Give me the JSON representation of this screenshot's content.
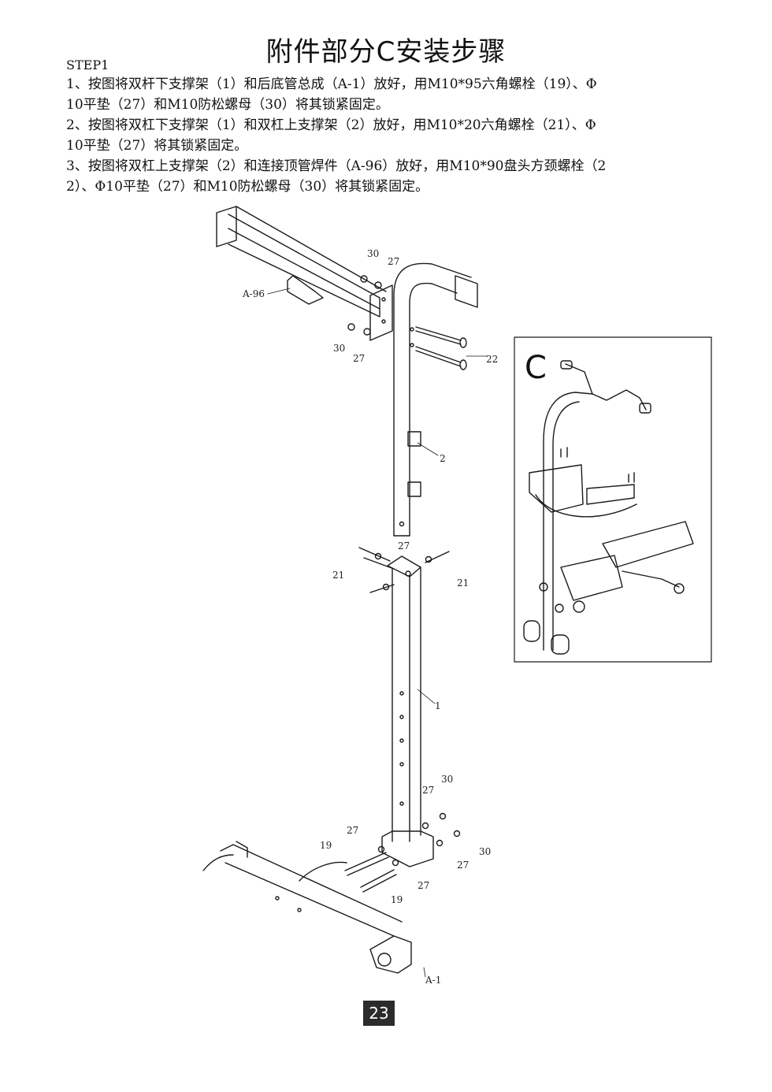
{
  "page": {
    "title": "附件部分C安装步骤",
    "step_label": "STEP1",
    "step_lines": [
      "1、按图将双杆下支撑架（1）和后底管总成（A-1）放好，用M10*95六角螺栓（19）、Φ",
      "10平垫（27）和M10防松螺母（30）将其锁紧固定。",
      "2、按图将双杠下支撑架（1）和双杠上支撑架（2）放好，用M10*20六角螺栓（21）、Φ",
      "10平垫（27）将其锁紧固定。",
      "3、按图将双杠上支撑架（2）和连接顶管焊件（A-96）放好，用M10*90盘头方颈螺栓（2",
      "2）、Φ10平垫（27）和M10防松螺母（30）将其锁紧固定。"
    ],
    "page_number": "23"
  },
  "diagram": {
    "parts": {
      "a96": "A-96",
      "a1": "A-1",
      "p1": "1",
      "p2": "2",
      "p19": "19",
      "p21": "21",
      "p22": "22",
      "p27": "27",
      "p30": "30"
    },
    "inset_letter": "C"
  }
}
